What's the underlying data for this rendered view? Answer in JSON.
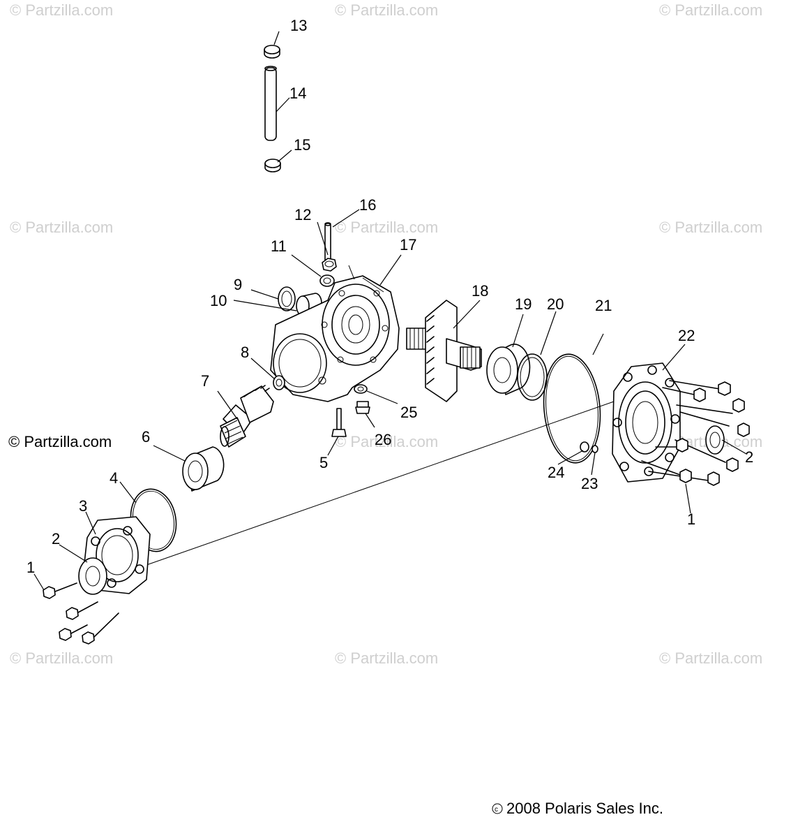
{
  "watermark": "© Partzilla.com",
  "copyright": "2008 Polaris Sales Inc.",
  "copyright_symbol": "©",
  "callouts": {
    "c1a": "1",
    "c1b": "1",
    "c2a": "2",
    "c2b": "2",
    "c3": "3",
    "c4": "4",
    "c5": "5",
    "c6": "6",
    "c7": "7",
    "c8": "8",
    "c9": "9",
    "c10": "10",
    "c11": "11",
    "c12": "12",
    "c13": "13",
    "c14": "14",
    "c15": "15",
    "c16": "16",
    "c17": "17",
    "c18": "18",
    "c19": "19",
    "c20": "20",
    "c21": "21",
    "c22": "22",
    "c23": "23",
    "c24": "24",
    "c25": "25",
    "c26": "26"
  }
}
